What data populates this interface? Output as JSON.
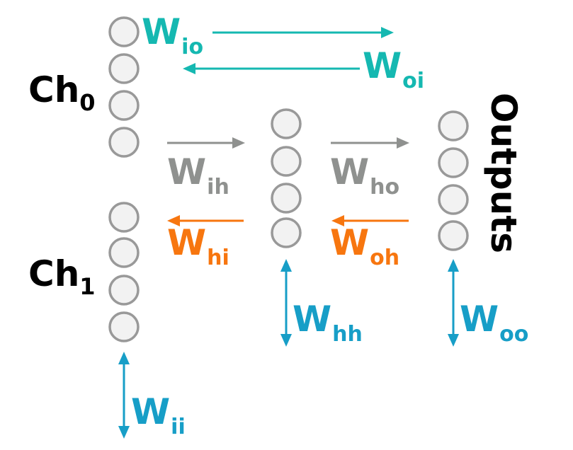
{
  "colors": {
    "teal": "#15B8B1",
    "gray": "#8F918F",
    "orange": "#F7760F",
    "blue": "#179EC7",
    "neuron_fill": "#F2F2F2",
    "neuron_stroke": "#999999",
    "text": "#000000"
  },
  "layers": [
    {
      "id": "ch0",
      "label": "Ch",
      "subscript": "0",
      "neurons": 4
    },
    {
      "id": "ch1",
      "label": "Ch",
      "subscript": "1",
      "neurons": 4
    },
    {
      "id": "hidden",
      "label": "",
      "subscript": "",
      "neurons": 4
    },
    {
      "id": "outputs",
      "label": "Outputs",
      "neurons": 4
    }
  ],
  "weights": {
    "io": {
      "main": "W",
      "sub": "io",
      "color": "teal",
      "direction": "right"
    },
    "oi": {
      "main": "W",
      "sub": "oi",
      "color": "teal",
      "direction": "left"
    },
    "ih": {
      "main": "W",
      "sub": "ih",
      "color": "gray",
      "direction": "right"
    },
    "ho": {
      "main": "W",
      "sub": "ho",
      "color": "gray",
      "direction": "right"
    },
    "hi": {
      "main": "W",
      "sub": "hi",
      "color": "orange",
      "direction": "left"
    },
    "oh": {
      "main": "W",
      "sub": "oh",
      "color": "orange",
      "direction": "left"
    },
    "hh": {
      "main": "W",
      "sub": "hh",
      "color": "blue",
      "direction": "bidirectional"
    },
    "oo": {
      "main": "W",
      "sub": "oo",
      "color": "blue",
      "direction": "bidirectional"
    },
    "ii": {
      "main": "W",
      "sub": "ii",
      "color": "blue",
      "direction": "bidirectional"
    }
  }
}
